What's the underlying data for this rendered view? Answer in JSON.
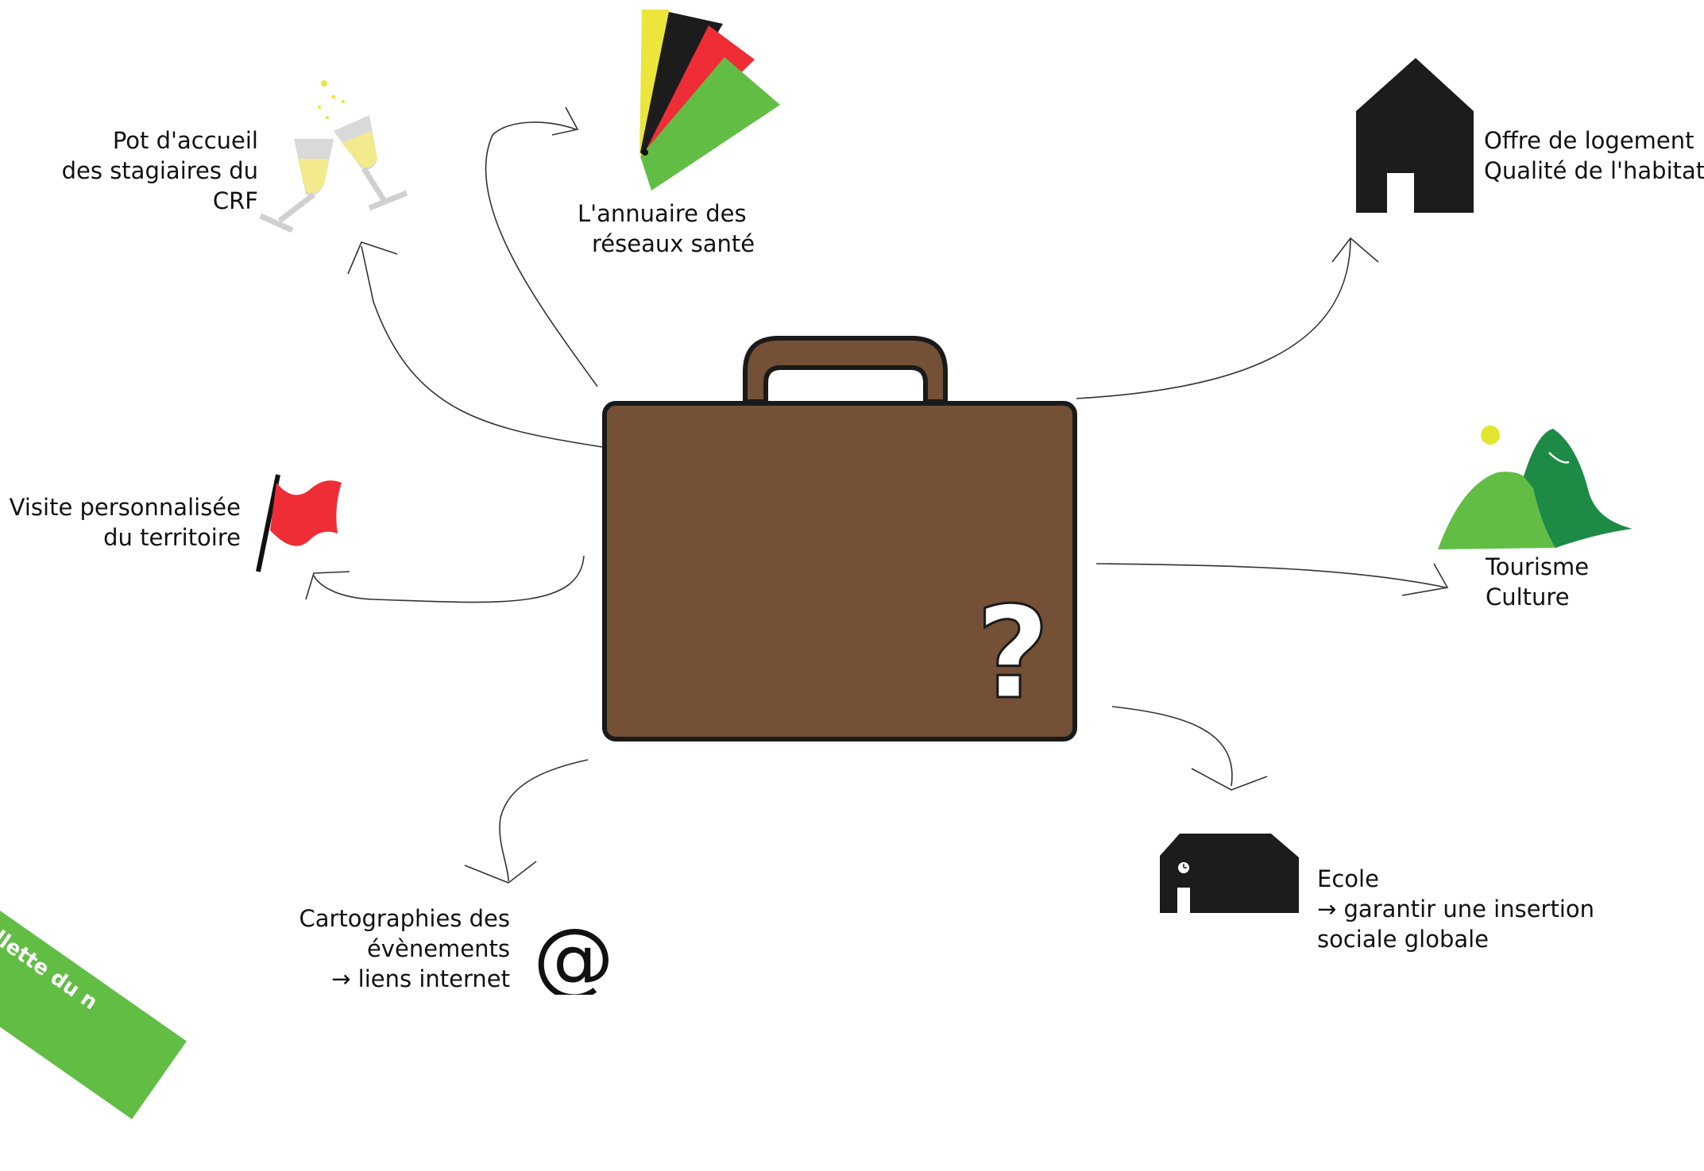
{
  "colors": {
    "case_brown": "#735036",
    "case_outline": "#1a1a1a",
    "flag_red": "#ee2d36",
    "swatch_yellow": "#ece53b",
    "swatch_black": "#1c1c1c",
    "swatch_green": "#62bd45",
    "mountain_green": "#62bd45",
    "mountain_dark_green": "#1d8a45",
    "sun_yellow": "#e4e62e",
    "ribbon_green": "#62bd45"
  },
  "center": {
    "symbol": "?"
  },
  "nodes": {
    "reception": {
      "lines": [
        "Pot d'accueil",
        "des stagiaires du",
        "CRF"
      ],
      "icon": "champagne-glasses-icon"
    },
    "directory": {
      "lines": [
        "L'annuaire des",
        "réseaux santé"
      ],
      "icon": "color-swatches-icon"
    },
    "housing": {
      "lines": [
        "Offre de logement",
        "Qualité de l'habitat"
      ],
      "icon": "house-icon"
    },
    "visit": {
      "lines": [
        "Visite personnalisée",
        "du territoire"
      ],
      "icon": "red-flag-icon"
    },
    "tourism": {
      "lines": [
        "Tourisme",
        "Culture"
      ],
      "icon": "mountain-icon"
    },
    "school": {
      "lines": [
        "Ecole",
        "→ garantir une insertion",
        "sociale globale"
      ],
      "icon": "school-icon"
    },
    "maps": {
      "lines": [
        "Cartographies des",
        "évènements",
        "→ liens internet"
      ],
      "icon": "at-sign-icon",
      "symbol": "@"
    }
  },
  "corner_ribbon": {
    "text": "allette du n"
  }
}
